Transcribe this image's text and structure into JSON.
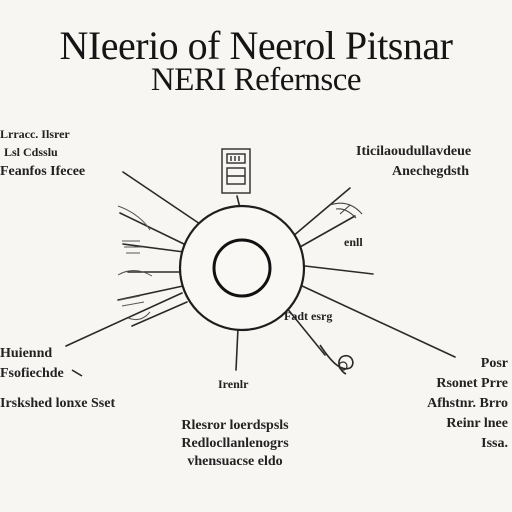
{
  "title": {
    "line1": "NIeerio of Neerol Pitsnar",
    "line2": "NERI Refernsce"
  },
  "labels": {
    "top_left_1": "Lrracc.  Ilsrer",
    "top_left_2": "Lsl Cdsslu",
    "top_left_3": "Feanfos  Ifecee",
    "top_right_1": "Iticilaoudullavdeue",
    "top_right_2": "Anechegdsth",
    "right_upper": "enll",
    "mid_right": "Fadt  esrg",
    "left_lower_1": "Huiennd",
    "left_lower_2": "Fsofiechde",
    "left_bottom": "Irskshed lonxe Sset",
    "bottom_center_small": "Irenlr",
    "bottom_center_1": "Rlesror loerdspsls",
    "bottom_center_2": "Redlocllanlenogrs",
    "bottom_center_3": "vhensuacse eldo",
    "right_lower_1": "Posr",
    "right_lower_2": "Rsonet  Prre",
    "right_lower_3": "Afhstnr. Brro",
    "right_lower_4": "Reinr  lnee",
    "right_lower_5": "Issa."
  }
}
